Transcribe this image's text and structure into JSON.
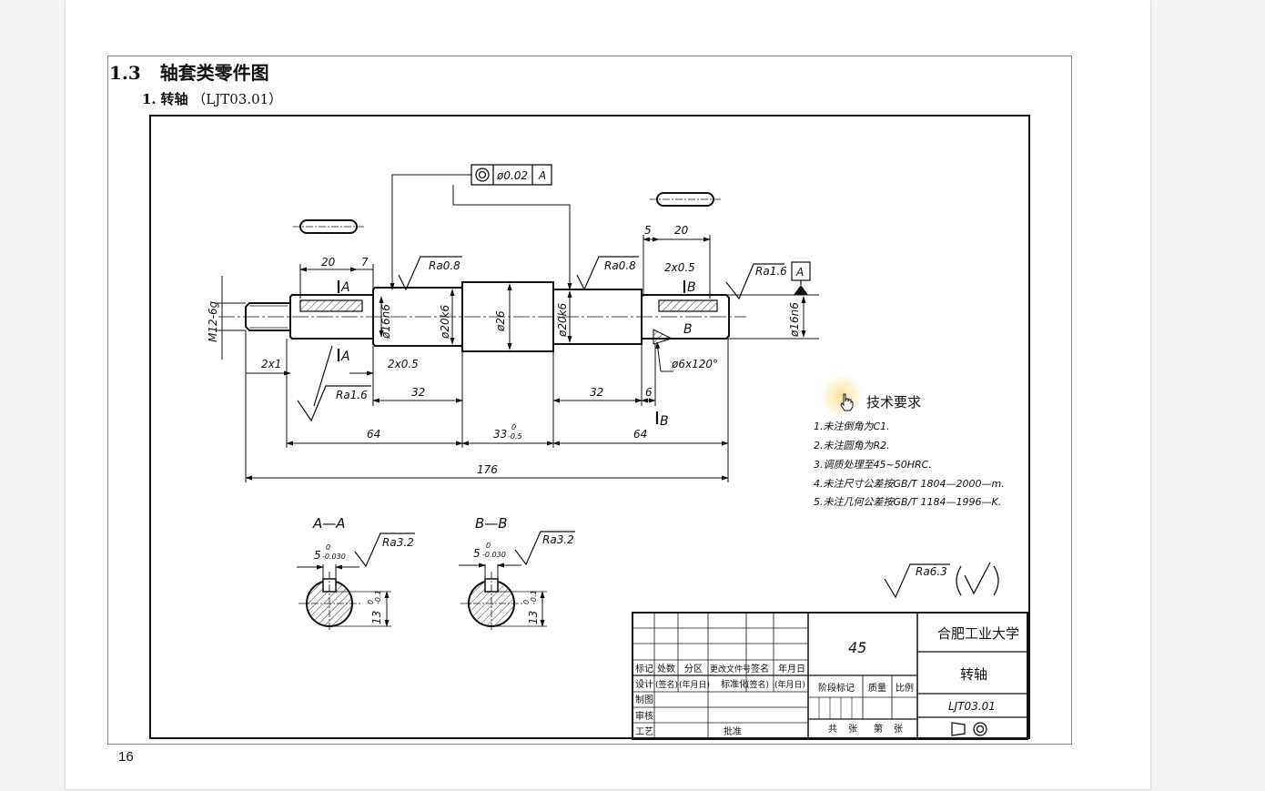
{
  "section": {
    "number": "1.3",
    "title": "轴套类零件图"
  },
  "subsection": {
    "number": "1.",
    "name": "转轴",
    "code": "（LJT03.01）"
  },
  "page_number": "16",
  "tolerance_frame": {
    "value": "ø0.02",
    "datum": "A"
  },
  "dims": {
    "m12": "M12-6g",
    "d16_left": "ø16n6",
    "d20_left": "ø20k6",
    "d26": "ø26",
    "d20_right": "ø20k6",
    "d16_right": "ø16n6",
    "l20_left": "20",
    "l7": "7",
    "l5": "5",
    "l20_right": "20",
    "chamfer_2x05_right": "2x0.5",
    "chamfer_2x1": "2x1",
    "chamfer_2x05_left": "2x0.5",
    "l32_left": "32",
    "l32_right": "32",
    "l6": "6",
    "l64_left": "64",
    "l64_right": "64",
    "l33": "33",
    "l33_upper": "0",
    "l33_lower": "-0.5",
    "l176": "176",
    "center_hole": "ø6x120°"
  },
  "roughness": {
    "ra08_left": "Ra0.8",
    "ra08_right": "Ra0.8",
    "ra16_top": "Ra1.6",
    "ra16_bottom": "Ra1.6",
    "ra32_a": "Ra3.2",
    "ra32_b": "Ra3.2",
    "ra63": "Ra6.3",
    "datum_a": "A"
  },
  "sections": {
    "label_aa": "A—A",
    "label_bb": "B—B",
    "width_nominal": "5",
    "width_upper": "0",
    "width_lower": "-0.030",
    "depth_nominal": "13",
    "depth_upper": "0",
    "depth_lower": "-0.1",
    "cut_a": "A",
    "cut_b": "B"
  },
  "tech_requirements": {
    "title": "技术要求",
    "items": [
      "1.未注倒角为C1.",
      "2.未注圆角为R2.",
      "3.调质处理至45~50HRC.",
      "4.未注尺寸公差按GB/T 1804—2000—m.",
      "5.未注几何公差按GB/T 1184—1996—K."
    ]
  },
  "title_block": {
    "material": "45",
    "school": "合肥工业大学",
    "part_name": "转轴",
    "drawing_no": "LJT03.01",
    "row1": [
      "标记",
      "处数",
      "分区",
      "更改文件号",
      "签名",
      "年月日"
    ],
    "row2": [
      "设计",
      "(签名)",
      "(年月日)",
      "标准化",
      "(签名)",
      "(年月日)"
    ],
    "draw": "制图",
    "check": "审核",
    "process": "工艺",
    "approve": "批准",
    "stage_mark": "阶段标记",
    "mass": "质量",
    "scale": "比例",
    "total": "共",
    "sheets": "张",
    "sheet_no": "第",
    "sheet_unit": "张"
  },
  "colors": {
    "line": "#111111",
    "hatch": "#333333",
    "paper": "#ffffff",
    "highlight": "#ffd678"
  }
}
